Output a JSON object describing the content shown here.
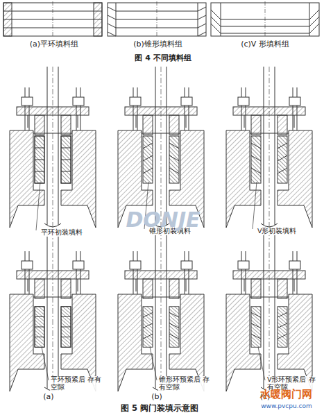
{
  "diagram": {
    "caption": "图 5 阀门装填示意图",
    "labels": [
      "(a)平环填料组",
      "(b)锥形填料组",
      "(c)V 形填料组",
      "图 4 不同填料组",
      "平环初装填料",
      "锥形初装填料",
      "V形初装填料",
      "平环预紧后 存有空隙",
      "锥形环预紧后 存有空隙",
      "V形环预紧后 存有空隙",
      "(a)",
      "(b)",
      "(c)",
      "DONJE",
      "水暖阀门网",
      "www.pvcpu.com"
    ]
  }
}
